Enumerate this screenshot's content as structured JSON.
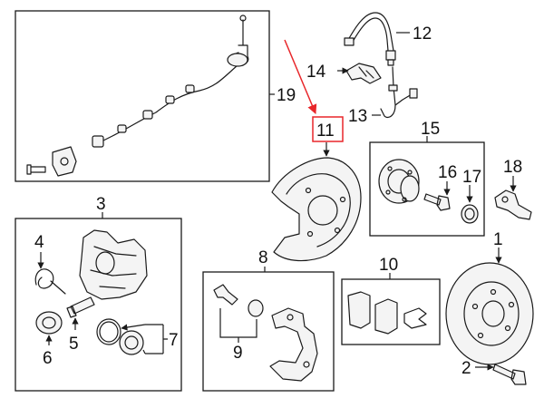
{
  "diagram": {
    "colors": {
      "line": "#1a1a1a",
      "highlight": "#e8262a",
      "background": "#ffffff"
    },
    "callouts": {
      "c1": "1",
      "c2": "2",
      "c3": "3",
      "c4": "4",
      "c5": "5",
      "c6": "6",
      "c7": "7",
      "c8": "8",
      "c9": "9",
      "c10": "10",
      "c11": "11",
      "c12": "12",
      "c13": "13",
      "c14": "14",
      "c15": "15",
      "c16": "16",
      "c17": "17",
      "c18": "18",
      "c19": "19"
    },
    "highlighted_callout": "11"
  }
}
